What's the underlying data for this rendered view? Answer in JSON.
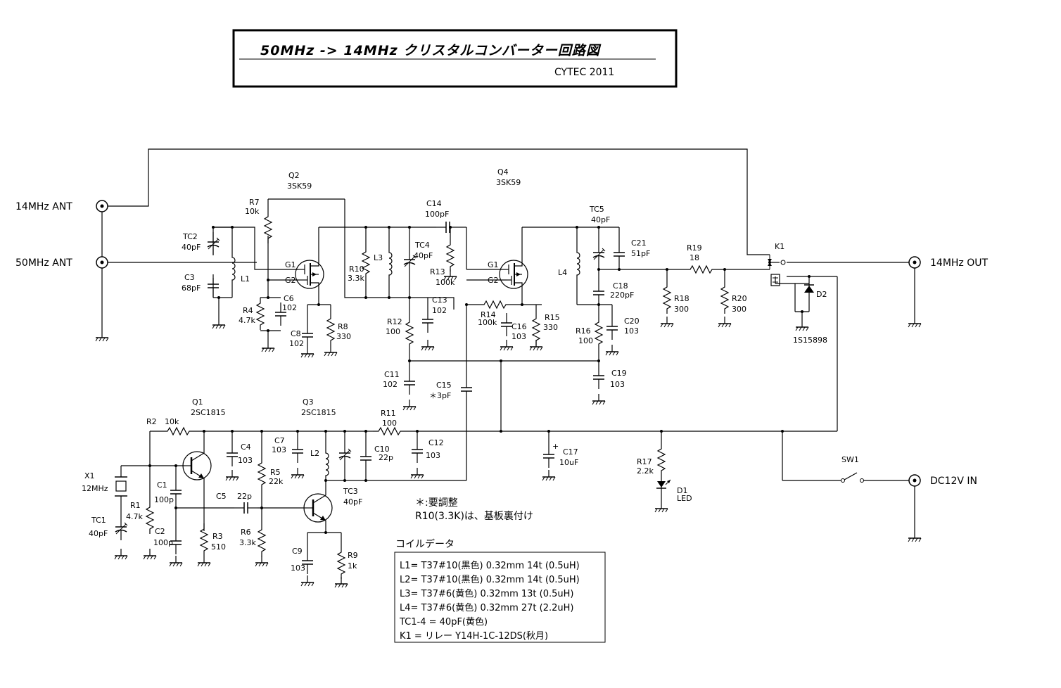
{
  "title": {
    "main": "50MHz  ->  14MHz  クリスタルコンバーター回路図",
    "author": "CYTEC 2011"
  },
  "io": {
    "ant14": "14MHz ANT",
    "ant50": "50MHz ANT",
    "out14": "14MHz OUT",
    "dcin": "DC12V IN"
  },
  "transistors": {
    "Q1": {
      "ref": "Q1",
      "part": "2SC1815"
    },
    "Q2": {
      "ref": "Q2",
      "part": "3SK59"
    },
    "Q3": {
      "ref": "Q3",
      "part": "2SC1815"
    },
    "Q4": {
      "ref": "Q4",
      "part": "3SK59"
    },
    "G1": "G1",
    "G2": "G2"
  },
  "parts": {
    "TC1": {
      "ref": "TC1",
      "val": "40pF"
    },
    "TC2": {
      "ref": "TC2",
      "val": "40pF"
    },
    "TC3": {
      "ref": "TC3",
      "val": "40pF"
    },
    "TC4": {
      "ref": "TC4",
      "val": "40pF"
    },
    "TC5": {
      "ref": "TC5",
      "val": "40pF"
    },
    "C1": {
      "ref": "C1",
      "val": "100p"
    },
    "C2": {
      "ref": "C2",
      "val": "100p"
    },
    "C3": {
      "ref": "C3",
      "val": "68pF"
    },
    "C4": {
      "ref": "C4",
      "val": "103"
    },
    "C5": {
      "ref": "C5",
      "val": "22p"
    },
    "C6": {
      "ref": "C6",
      "val": "102"
    },
    "C7": {
      "ref": "C7",
      "val": "103"
    },
    "C8": {
      "ref": "C8",
      "val": "102"
    },
    "C9": {
      "ref": "C9",
      "val": "103"
    },
    "C10": {
      "ref": "C10",
      "val": "22p"
    },
    "C11": {
      "ref": "C11",
      "val": "102"
    },
    "C12": {
      "ref": "C12",
      "val": "103"
    },
    "C13": {
      "ref": "C13",
      "val": "102"
    },
    "C14": {
      "ref": "C14",
      "val": "100pF"
    },
    "C15": {
      "ref": "C15",
      "val": "＊3pF"
    },
    "C16": {
      "ref": "C16",
      "val": "103"
    },
    "C17": {
      "ref": "C17",
      "val": "10uF"
    },
    "C18": {
      "ref": "C18",
      "val": "220pF"
    },
    "C19": {
      "ref": "C19",
      "val": "103"
    },
    "C20": {
      "ref": "C20",
      "val": "103"
    },
    "C21": {
      "ref": "C21",
      "val": "51pF"
    },
    "R1": {
      "ref": "R1",
      "val": "4.7k"
    },
    "R2": {
      "ref": "R2",
      "val": "10k"
    },
    "R3": {
      "ref": "R3",
      "val": "510"
    },
    "R4": {
      "ref": "R4",
      "val": "4.7k"
    },
    "R5": {
      "ref": "R5",
      "val": "22k"
    },
    "R6": {
      "ref": "R6",
      "val": "3.3k"
    },
    "R7": {
      "ref": "R7",
      "val": "10k"
    },
    "R8": {
      "ref": "R8",
      "val": "330"
    },
    "R9": {
      "ref": "R9",
      "val": "1k"
    },
    "R10": {
      "ref": "R10",
      "val": "3.3k"
    },
    "R11": {
      "ref": "R11",
      "val": "100"
    },
    "R12": {
      "ref": "R12",
      "val": "100"
    },
    "R13": {
      "ref": "R13",
      "val": "100k"
    },
    "R14": {
      "ref": "R14",
      "val": "100k"
    },
    "R15": {
      "ref": "R15",
      "val": "330"
    },
    "R16": {
      "ref": "R16",
      "val": "100"
    },
    "R17": {
      "ref": "R17",
      "val": "2.2k"
    },
    "R18": {
      "ref": "R18",
      "val": "300"
    },
    "R19": {
      "ref": "R19",
      "val": "18"
    },
    "R20": {
      "ref": "R20",
      "val": "300"
    },
    "L1": "L1",
    "L2": "L2",
    "L3": "L3",
    "L4": "L4",
    "X1": {
      "ref": "X1",
      "val": "12MHz"
    },
    "K1": "K1",
    "D1": {
      "ref": "D1",
      "val": "LED"
    },
    "D2": {
      "ref": "D2",
      "val": "1S15898"
    },
    "SW1": "SW1"
  },
  "notes": {
    "line1": "＊:要調整",
    "line2": "R10(3.3K)は、基板裏付け"
  },
  "coil_table": {
    "title": "コイルデータ",
    "rows": [
      "L1= T37#10(黒色)  0.32mm 14t (0.5uH)",
      "L2= T37#10(黒色)  0.32mm 14t (0.5uH)",
      "L3= T37#6(黄色)     0.32mm 13t (0.5uH)",
      "L4= T37#6(黄色)  0.32mm   27t (2.2uH)",
      "TC1-4 = 40pF(黄色)",
      "K1 =  リレー    Y14H-1C-12DS(秋月)"
    ]
  }
}
